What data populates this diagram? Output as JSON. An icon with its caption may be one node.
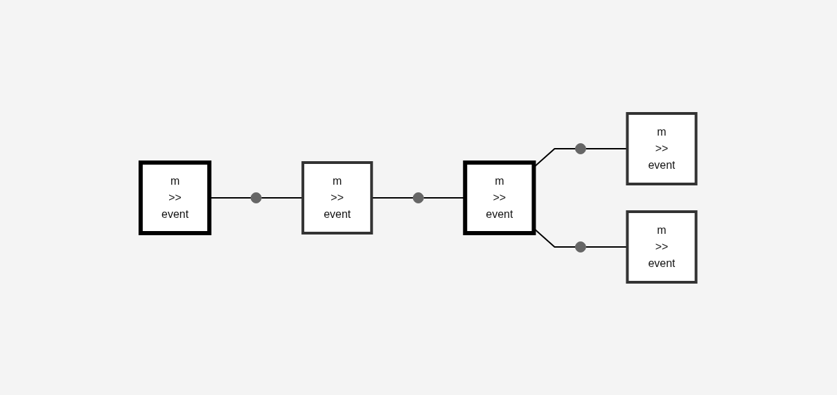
{
  "diagram": {
    "nodes": [
      {
        "text": [
          "m",
          ">>",
          "event"
        ]
      },
      {
        "text": [],
        "shape": "circle"
      },
      {
        "text": [
          "m",
          ">>",
          "event"
        ]
      },
      {
        "text": [],
        "shape": "circle"
      },
      {
        "text": [
          "m",
          ">>",
          "event"
        ]
      },
      {
        "text": [],
        "shape": "circle"
      },
      {
        "text": [
          "m",
          ">>",
          "event"
        ]
      },
      {
        "text": [],
        "shape": "circle"
      },
      {
        "text": [
          "m",
          ">>",
          "event"
        ]
      }
    ],
    "edges": [
      {
        "from": 0,
        "to": 1,
        "arrow": "none"
      },
      {
        "from": 1,
        "to": 2,
        "arrow": "none"
      },
      {
        "from": 2,
        "to": 3,
        "arrow": "none"
      },
      {
        "from": 3,
        "to": 4,
        "arrow": "none"
      },
      {
        "from": 4,
        "to": 5,
        "arrow": "none"
      },
      {
        "from": 5,
        "to": 6,
        "arrow": "none"
      },
      {
        "from": 4,
        "to": 7,
        "arrow": "none"
      },
      {
        "from": 7,
        "to": 8,
        "arrow": "none"
      }
    ]
  }
}
